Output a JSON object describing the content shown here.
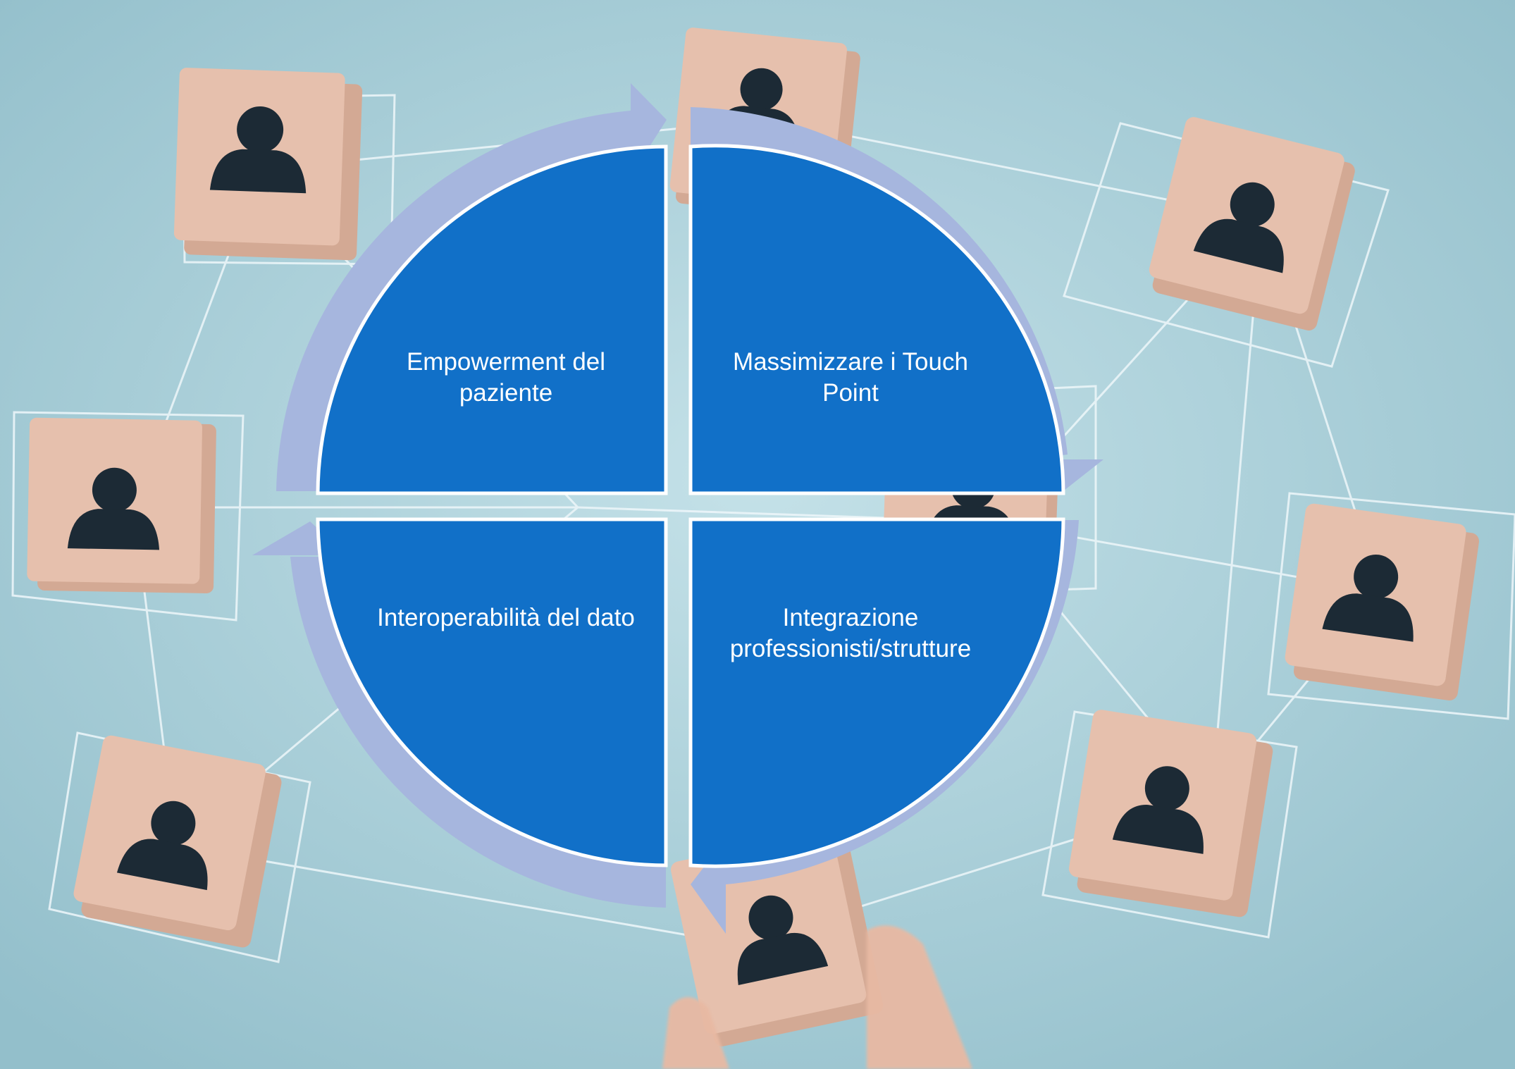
{
  "colors": {
    "background": "#a9cdd6",
    "quadrant_fill": "#1170c8",
    "quadrant_border": "#ffffff",
    "cycle_arrow": "#a6b6de",
    "block": "#e6c0ad",
    "block_side": "#d3a994",
    "person_icon": "#1c2a35",
    "network_line": "#eef7fa"
  },
  "icons": {
    "person": "person-icon",
    "cycle_arrow": "cycle-arrow",
    "hand": "hand"
  },
  "quadrants": [
    {
      "position": "top-left",
      "label": "Empowerment del paziente"
    },
    {
      "position": "top-right",
      "label": "Massimizzare i Touch Point"
    },
    {
      "position": "bottom-left",
      "label": "Interoperabilità del dato"
    },
    {
      "position": "bottom-right",
      "label": "Integrazione professionisti/strutture"
    }
  ]
}
